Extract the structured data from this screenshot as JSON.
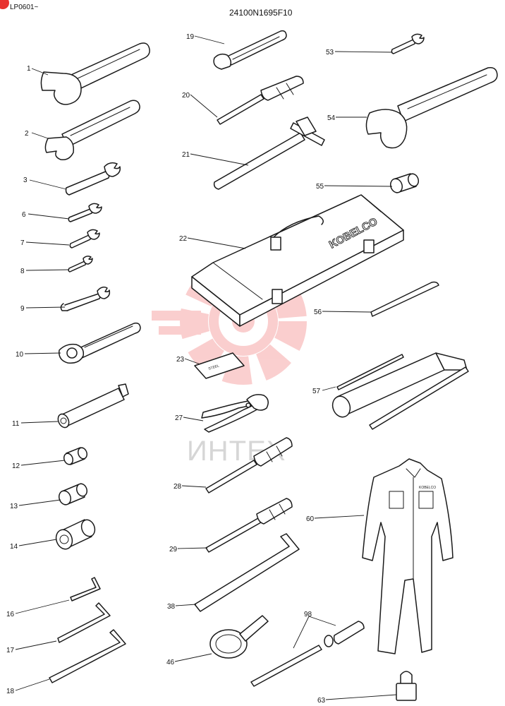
{
  "header": {
    "corner_code": "LP0601~",
    "title": "24100N1695F10"
  },
  "watermark": {
    "text": "ИНТЕХ",
    "color": "#f06a6a"
  },
  "toolbox_brand": "KOBELCO",
  "coverall_brand": "KOBELCO",
  "file_plate_text": "STEEL",
  "callouts": [
    "1",
    "2",
    "3",
    "6",
    "7",
    "8",
    "9",
    "10",
    "11",
    "12",
    "13",
    "14",
    "16",
    "17",
    "18",
    "19",
    "20",
    "21",
    "22",
    "23",
    "27",
    "28",
    "29",
    "38",
    "46",
    "53",
    "54",
    "55",
    "56",
    "57",
    "60",
    "63",
    "98"
  ],
  "parts": [
    {
      "no": "1",
      "icon": "large-open-end-wrench"
    },
    {
      "no": "2",
      "icon": "open-end-wrench"
    },
    {
      "no": "3",
      "icon": "open-end-wrench"
    },
    {
      "no": "6",
      "icon": "small-wrench"
    },
    {
      "no": "7",
      "icon": "small-wrench"
    },
    {
      "no": "8",
      "icon": "small-wrench"
    },
    {
      "no": "9",
      "icon": "open-end-wrench"
    },
    {
      "no": "10",
      "icon": "ratchet-handle"
    },
    {
      "no": "11",
      "icon": "extension-bar"
    },
    {
      "no": "12",
      "icon": "socket"
    },
    {
      "no": "13",
      "icon": "socket"
    },
    {
      "no": "14",
      "icon": "large-socket"
    },
    {
      "no": "16",
      "icon": "hex-key"
    },
    {
      "no": "17",
      "icon": "hex-key"
    },
    {
      "no": "18",
      "icon": "hex-key"
    },
    {
      "no": "19",
      "icon": "adjustable-wrench"
    },
    {
      "no": "20",
      "icon": "socket-screwdriver"
    },
    {
      "no": "21",
      "icon": "t-handle-socket-wrench"
    },
    {
      "no": "22",
      "icon": "toolbox"
    },
    {
      "no": "23",
      "icon": "file-plate"
    },
    {
      "no": "27",
      "icon": "pliers"
    },
    {
      "no": "28",
      "icon": "screwdriver"
    },
    {
      "no": "29",
      "icon": "screwdriver"
    },
    {
      "no": "38",
      "icon": "l-bar"
    },
    {
      "no": "46",
      "icon": "filter-wrench"
    },
    {
      "no": "53",
      "icon": "small-wrench"
    },
    {
      "no": "54",
      "icon": "large-open-end-wrench"
    },
    {
      "no": "55",
      "icon": "socket"
    },
    {
      "no": "56",
      "icon": "grease-nozzle-pipe"
    },
    {
      "no": "57",
      "icon": "grease-gun"
    },
    {
      "no": "60",
      "icon": "coverall"
    },
    {
      "no": "63",
      "icon": "padlock"
    },
    {
      "no": "98",
      "icon": "screwdriver-set"
    }
  ]
}
